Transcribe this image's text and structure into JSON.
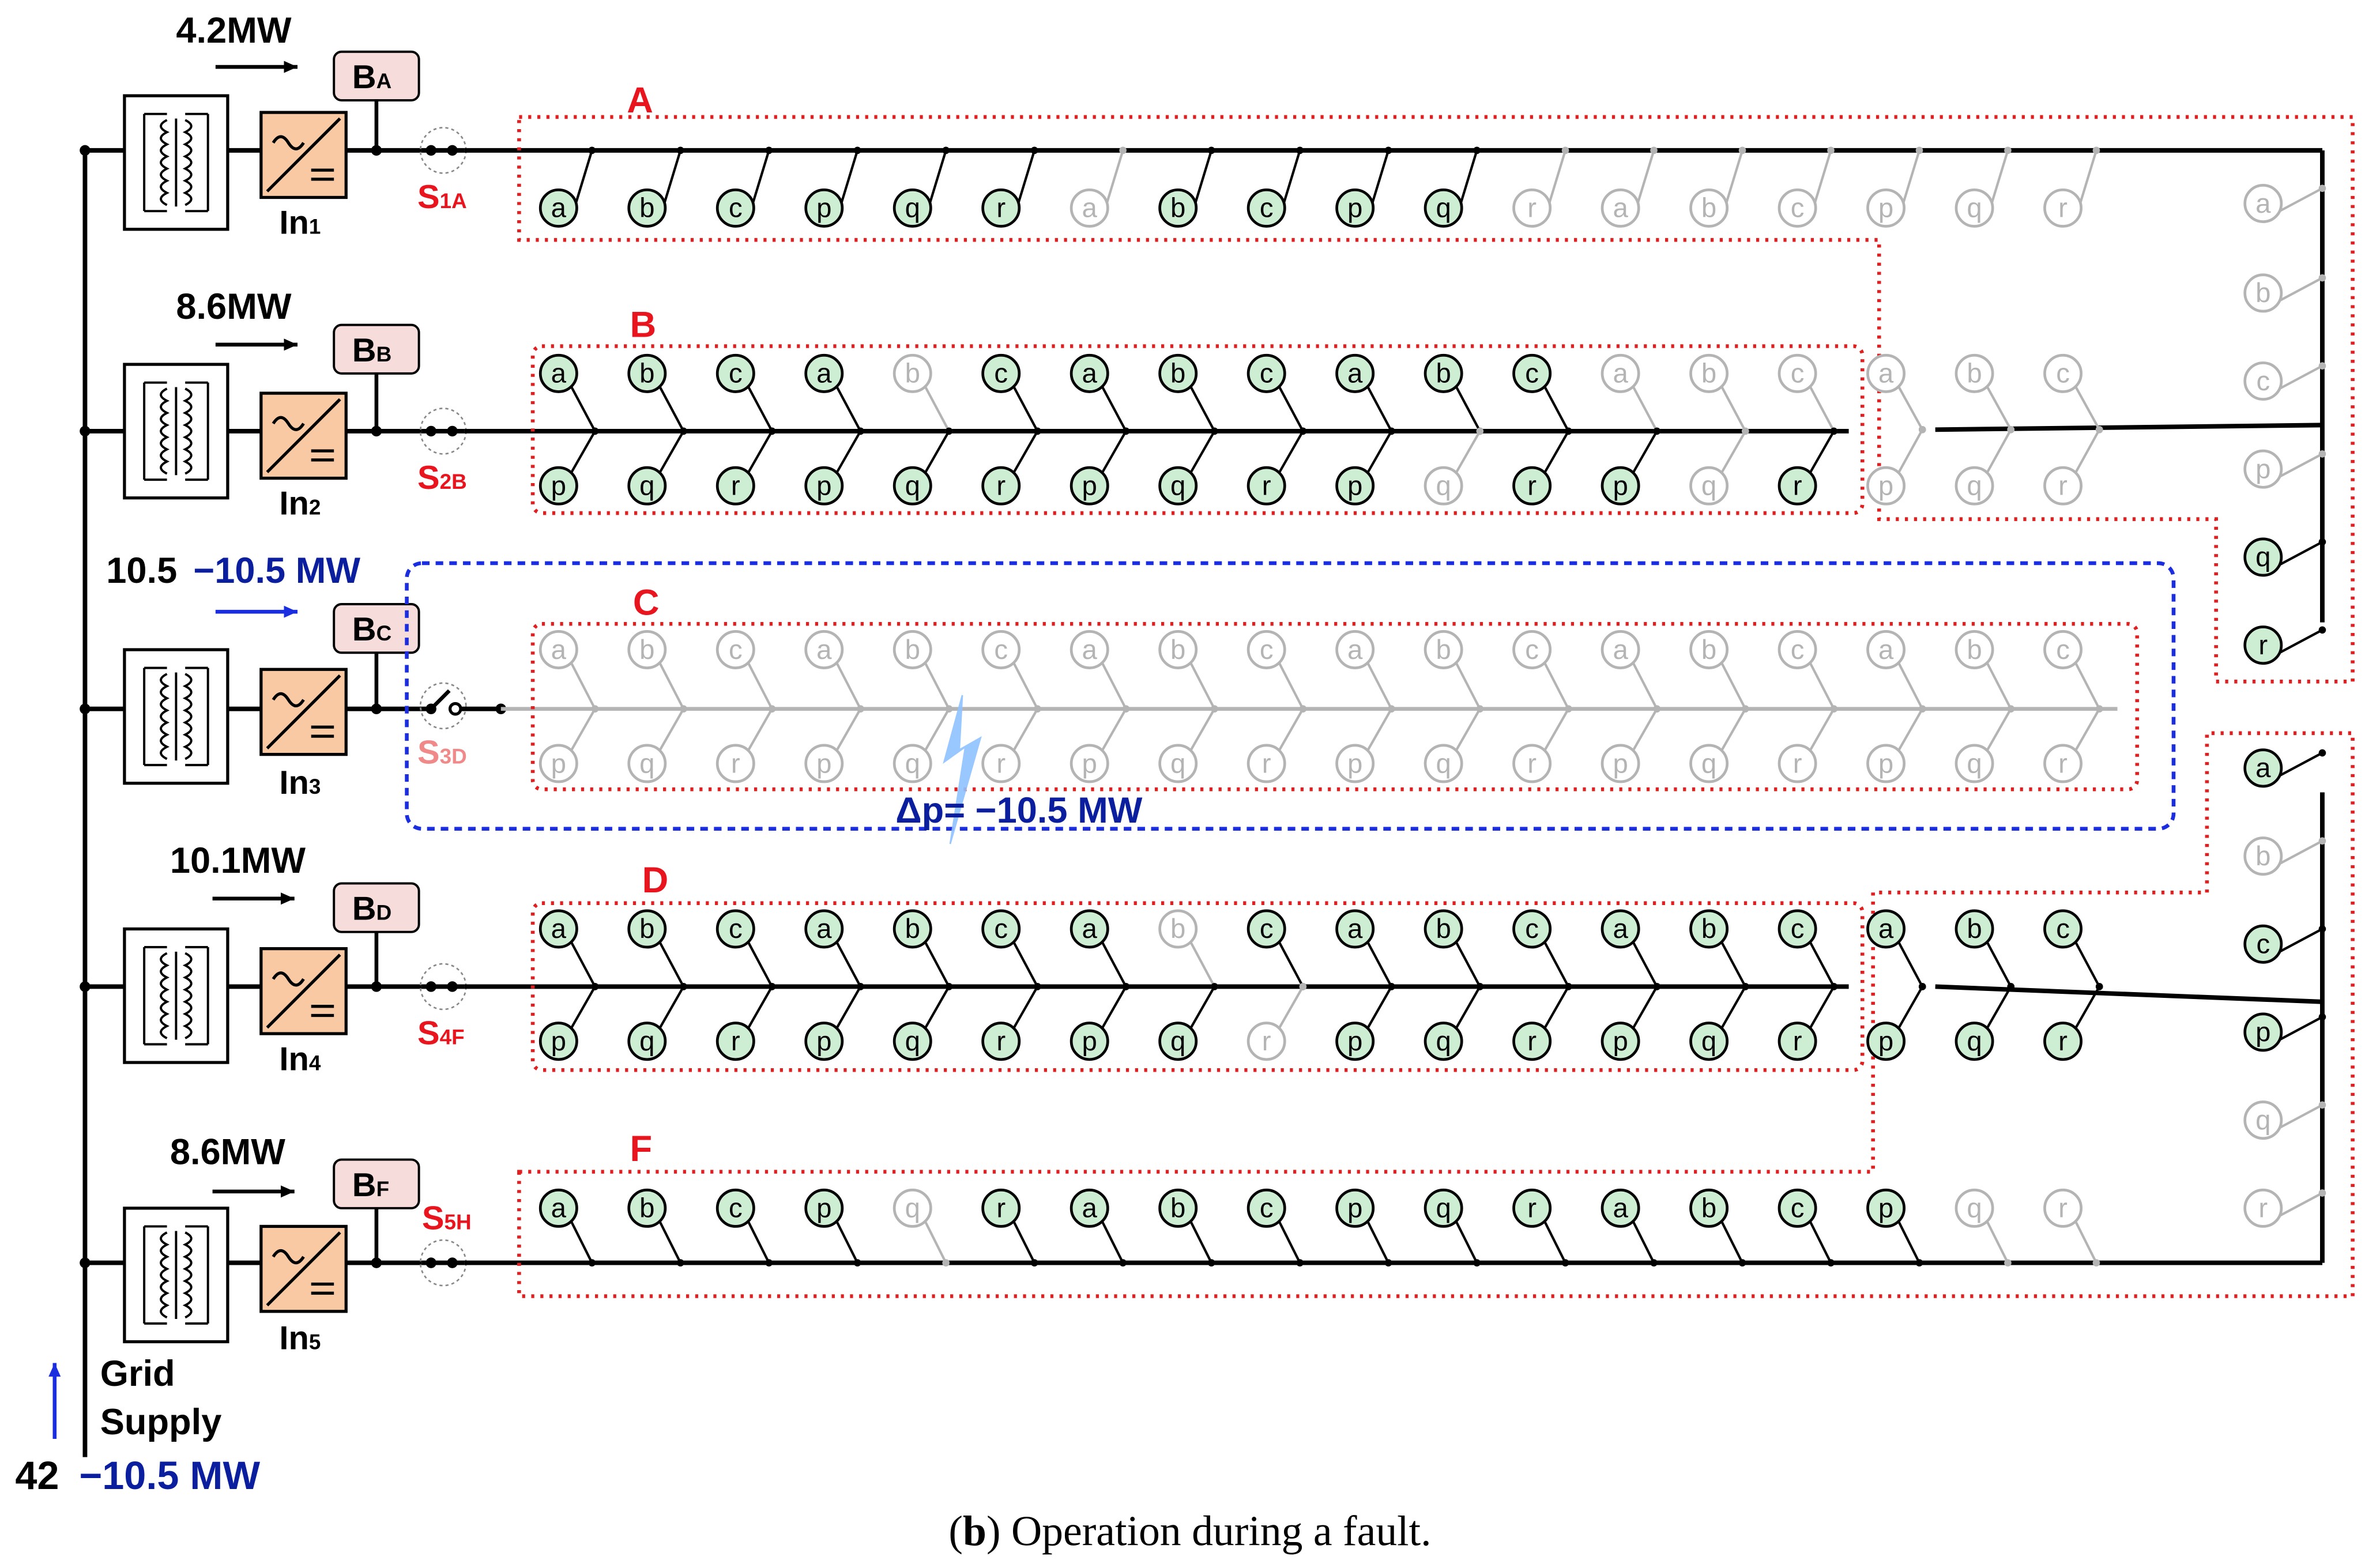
{
  "caption": {
    "prefix": "(",
    "bold": "b",
    "rest": ") Operation during a fault."
  },
  "grid": {
    "label_line1": "Grid",
    "label_line2": "Supply",
    "power_base": "42",
    "power_delta": "−10.5 MW"
  },
  "feeders": [
    {
      "id": "A",
      "inverter_label": "In",
      "inverter_sub": "1",
      "power": "4.2MW",
      "power_delta": "",
      "battery_main": "B",
      "battery_sub": "A",
      "switch_main": "S",
      "switch_sub": "1A",
      "switch_state": "closed",
      "group_label": "A"
    },
    {
      "id": "B",
      "inverter_label": "In",
      "inverter_sub": "2",
      "power": "8.6MW",
      "power_delta": "",
      "battery_main": "B",
      "battery_sub": "B",
      "switch_main": "S",
      "switch_sub": "2B",
      "switch_state": "closed",
      "group_label": "B"
    },
    {
      "id": "C",
      "inverter_label": "In",
      "inverter_sub": "3",
      "power": "10.5",
      "power_delta": "−10.5 MW",
      "battery_main": "B",
      "battery_sub": "C",
      "switch_main": "S",
      "switch_sub": "3D",
      "switch_state": "open",
      "group_label": "C"
    },
    {
      "id": "D",
      "inverter_label": "In",
      "inverter_sub": "4",
      "power": "10.1MW",
      "power_delta": "",
      "battery_main": "B",
      "battery_sub": "D",
      "switch_main": "S",
      "switch_sub": "4F",
      "switch_state": "closed",
      "group_label": "D"
    },
    {
      "id": "F",
      "inverter_label": "In",
      "inverter_sub": "5",
      "power": "8.6MW",
      "power_delta": "",
      "battery_main": "B",
      "battery_sub": "F",
      "switch_main": "S",
      "switch_sub": "5H",
      "switch_state": "closed",
      "group_label": "F"
    }
  ],
  "fault": {
    "label": "Δp= −10.5 MW"
  },
  "load_rows": {
    "A": {
      "letters": [
        "a",
        "b",
        "c",
        "p",
        "q",
        "r",
        "a",
        "b",
        "c",
        "p",
        "q",
        "r",
        "a",
        "b",
        "c",
        "p",
        "q",
        "r"
      ],
      "active": [
        1,
        1,
        1,
        1,
        1,
        1,
        0,
        1,
        1,
        1,
        1,
        0,
        0,
        0,
        0,
        0,
        0,
        0
      ]
    },
    "B_top": {
      "letters": [
        "a",
        "b",
        "c",
        "a",
        "b",
        "c",
        "a",
        "b",
        "c",
        "a",
        "b",
        "c",
        "a",
        "b",
        "c",
        "a",
        "b",
        "c"
      ],
      "active": [
        1,
        1,
        1,
        1,
        0,
        1,
        1,
        1,
        1,
        1,
        1,
        1,
        0,
        0,
        0,
        0,
        0,
        0
      ]
    },
    "B_bot": {
      "letters": [
        "p",
        "q",
        "r",
        "p",
        "q",
        "r",
        "p",
        "q",
        "r",
        "p",
        "q",
        "r",
        "p",
        "q",
        "r",
        "p",
        "q",
        "r"
      ],
      "active": [
        1,
        1,
        1,
        1,
        1,
        1,
        1,
        1,
        1,
        1,
        0,
        1,
        1,
        0,
        1,
        0,
        0,
        0
      ]
    },
    "C_top": {
      "letters": [
        "a",
        "b",
        "c",
        "a",
        "b",
        "c",
        "a",
        "b",
        "c",
        "a",
        "b",
        "c",
        "a",
        "b",
        "c",
        "a",
        "b",
        "c"
      ],
      "active": [
        0,
        0,
        0,
        0,
        0,
        0,
        0,
        0,
        0,
        0,
        0,
        0,
        0,
        0,
        0,
        0,
        0,
        0
      ]
    },
    "C_bot": {
      "letters": [
        "p",
        "q",
        "r",
        "p",
        "q",
        "r",
        "p",
        "q",
        "r",
        "p",
        "q",
        "r",
        "p",
        "q",
        "r",
        "p",
        "q",
        "r"
      ],
      "active": [
        0,
        0,
        0,
        0,
        0,
        0,
        0,
        0,
        0,
        0,
        0,
        0,
        0,
        0,
        0,
        0,
        0,
        0
      ]
    },
    "D_top": {
      "letters": [
        "a",
        "b",
        "c",
        "a",
        "b",
        "c",
        "a",
        "b",
        "c",
        "a",
        "b",
        "c",
        "a",
        "b",
        "c",
        "a",
        "b",
        "c"
      ],
      "active": [
        1,
        1,
        1,
        1,
        1,
        1,
        1,
        0,
        1,
        1,
        1,
        1,
        1,
        1,
        1,
        1,
        1,
        1
      ]
    },
    "D_bot": {
      "letters": [
        "p",
        "q",
        "r",
        "p",
        "q",
        "r",
        "p",
        "q",
        "r",
        "p",
        "q",
        "r",
        "p",
        "q",
        "r",
        "p",
        "q",
        "r"
      ],
      "active": [
        1,
        1,
        1,
        1,
        1,
        1,
        1,
        1,
        0,
        1,
        1,
        1,
        1,
        1,
        1,
        1,
        1,
        1
      ]
    },
    "F": {
      "letters": [
        "a",
        "b",
        "c",
        "p",
        "q",
        "r",
        "a",
        "b",
        "c",
        "p",
        "q",
        "r",
        "a",
        "b",
        "c",
        "p",
        "q",
        "r"
      ],
      "active": [
        1,
        1,
        1,
        1,
        0,
        1,
        1,
        1,
        1,
        1,
        1,
        1,
        1,
        1,
        1,
        1,
        0,
        0
      ]
    },
    "right_upper": {
      "letters": [
        "a",
        "b",
        "c",
        "p",
        "q",
        "r"
      ],
      "active": [
        0,
        0,
        0,
        0,
        1,
        1
      ]
    },
    "right_lower": {
      "letters": [
        "a",
        "b",
        "c",
        "p",
        "q",
        "r"
      ],
      "active": [
        1,
        0,
        1,
        1,
        0,
        0
      ]
    }
  },
  "colors": {
    "active_fill": "#cdeed3",
    "inactive_stroke": "#b4b4b4",
    "inverter_fill": "#f8c9a2",
    "battery_fill": "#f7dcdc",
    "group_border": "#e02020",
    "fault_border": "#1a2ee0",
    "label_red": "#e8141e",
    "switch_open_label": "#f08a8a",
    "blue_text": "#0b1f9e",
    "arrow_blue": "#1a2ee0",
    "fault_bolt": "#8fc2ff"
  }
}
